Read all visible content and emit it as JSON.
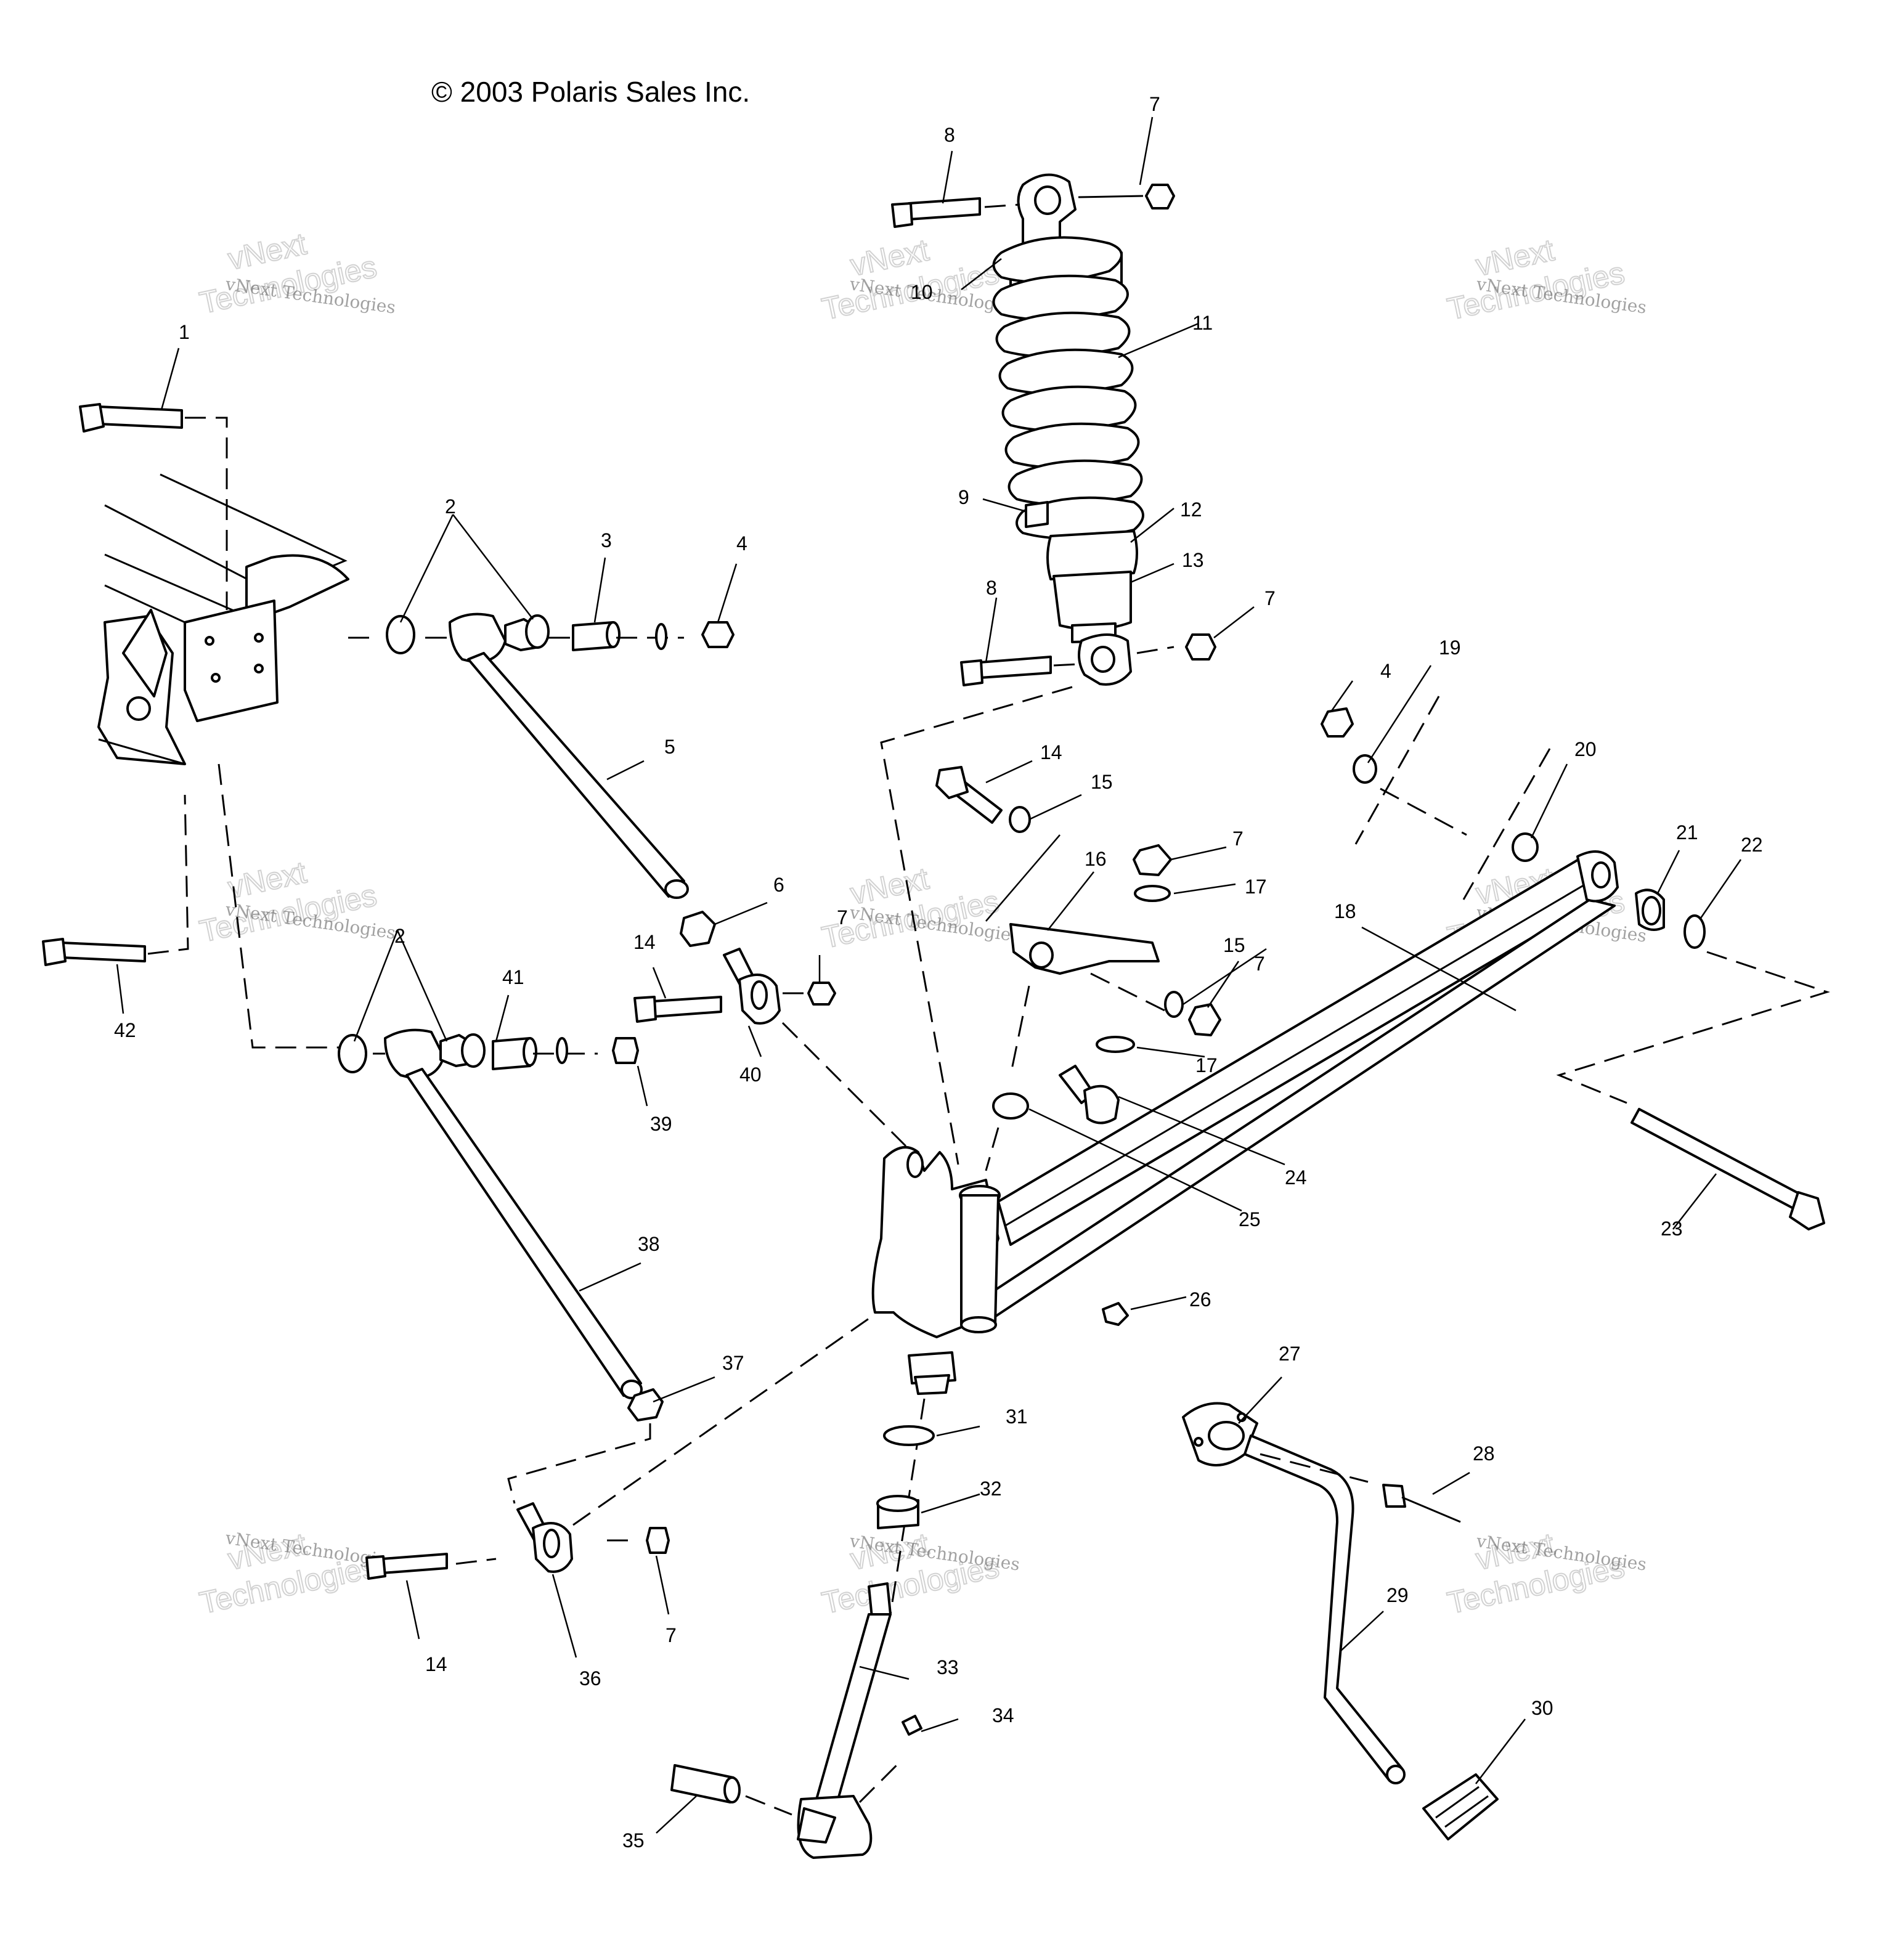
{
  "copyright": "© 2003 Polaris Sales Inc.",
  "watermark": {
    "line1": "vNext",
    "line2": "Technologies",
    "small": "vNext Technologies"
  },
  "callouts": {
    "c1": "1",
    "c2a": "2",
    "c2b": "2",
    "c3": "3",
    "c4a": "4",
    "c4b": "4",
    "c5": "5",
    "c6": "6",
    "c7a": "7",
    "c7b": "7",
    "c7c": "7",
    "c7d": "7",
    "c7e": "7",
    "c7f": "7",
    "c8a": "8",
    "c8b": "8",
    "c9": "9",
    "c10": "10",
    "c11": "11",
    "c12": "12",
    "c13": "13",
    "c14a": "14",
    "c14b": "14",
    "c14c": "14",
    "c15a": "15",
    "c15b": "15",
    "c16": "16",
    "c17a": "17",
    "c17b": "17",
    "c18": "18",
    "c19": "19",
    "c20": "20",
    "c21": "21",
    "c22": "22",
    "c23": "23",
    "c24": "24",
    "c25": "25",
    "c26": "26",
    "c27": "27",
    "c28": "28",
    "c29": "29",
    "c30": "30",
    "c31": "31",
    "c32": "32",
    "c33": "33",
    "c34": "34",
    "c35": "35",
    "c36": "36",
    "c37": "37",
    "c38": "38",
    "c39": "39",
    "c40": "40",
    "c41": "41",
    "c42": "42"
  }
}
